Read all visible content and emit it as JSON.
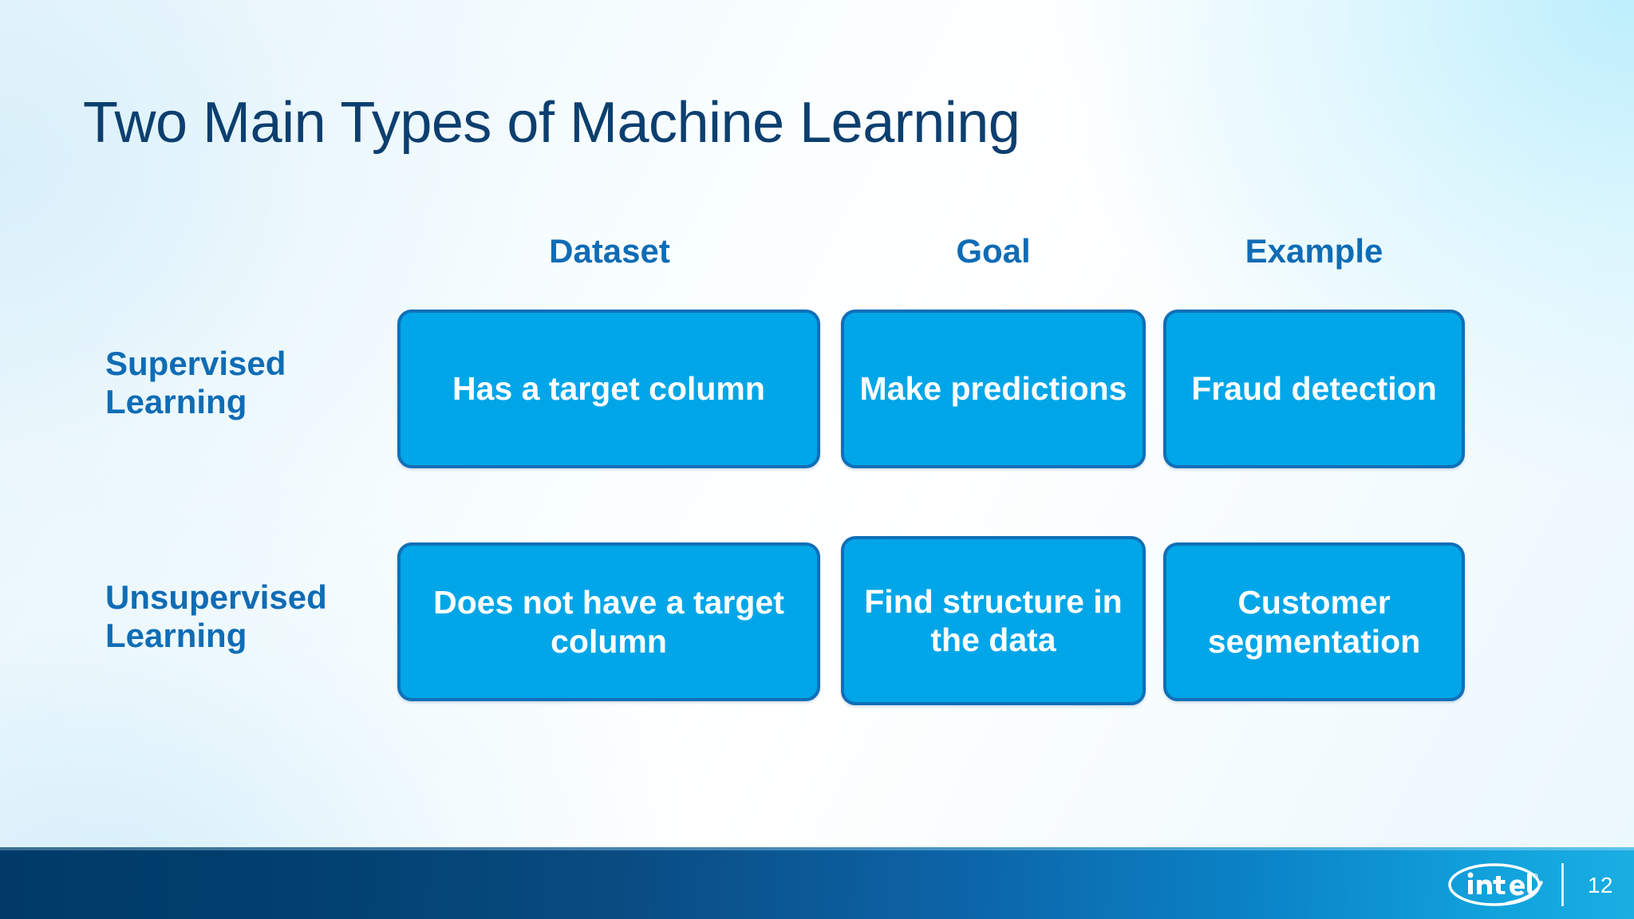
{
  "slide": {
    "title": "Two Main Types of Machine Learning",
    "page_number": "12",
    "brand": "intel",
    "colors": {
      "title": "#0c3f6f",
      "header_text": "#0f6cb5",
      "box_fill": "#00a6e8",
      "box_border": "#106fb8",
      "box_text": "#ffffff",
      "footer_dark": "#013a68",
      "footer_light": "#1aaee3",
      "background": "#f4fbfe"
    }
  },
  "matrix": {
    "column_headers": [
      "Dataset",
      "Goal",
      "Example"
    ],
    "row_labels": [
      "Supervised Learning",
      "Unsupervised Learning"
    ],
    "rows": [
      {
        "label": "Supervised Learning",
        "cells": [
          "Has a target column",
          "Make predictions",
          "Fraud detection"
        ]
      },
      {
        "label": "Unsupervised Learning",
        "cells": [
          "Does not have a target column",
          "Find structure in the data",
          "Customer segmentation"
        ]
      }
    ]
  }
}
